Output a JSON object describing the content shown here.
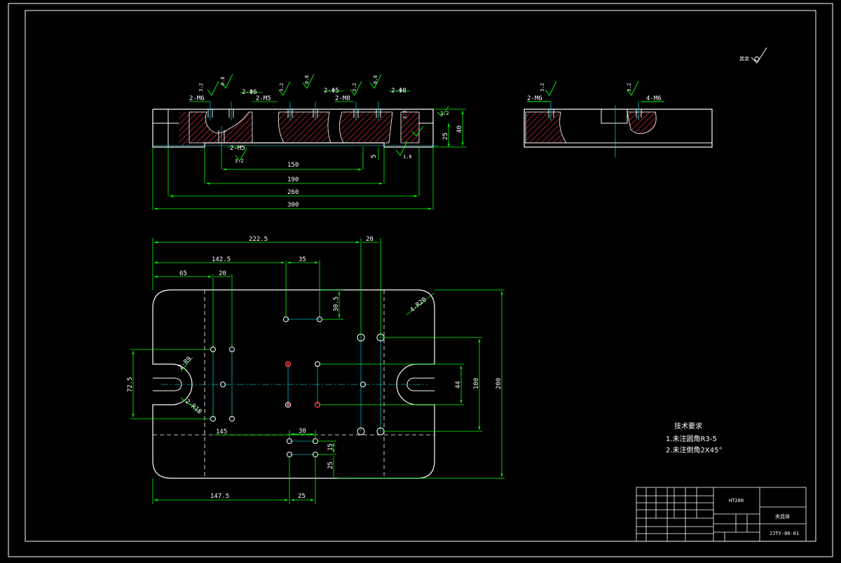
{
  "colors": {
    "background": "#000000",
    "outline": "#ffffff",
    "dimension": "#00ff00",
    "centerline": "#00ffff",
    "hatch": "#ff3b3b",
    "hole_red": "#ff4040"
  },
  "roughness_note": "其余",
  "section_labels": {
    "m6_left": "2-M6",
    "phi6": "2-Φ6",
    "m5_top": "2-M5",
    "phi5": "2-Φ5",
    "m8": "2-M8",
    "phi8": "2-Φ8",
    "m5_bottom": "2-M5",
    "m6_side": "2-M6",
    "m6_four": "4-M6"
  },
  "roughness_values": [
    "3.2",
    "0.8",
    "3.2",
    "0.8",
    "3.2",
    "0.8",
    "3.2",
    "1.6",
    "3.2",
    "3.2"
  ],
  "section_dims": {
    "d150": "150",
    "d190": "190",
    "d260": "260",
    "d300": "300",
    "d25": "25",
    "d40": "40",
    "d5": "5"
  },
  "plan_dims": {
    "d222_5": "222.5",
    "d20_top": "20",
    "d142_5": "142.5",
    "d35": "35",
    "d65": "65",
    "d20_left": "20",
    "d30_5": "30.5",
    "d4r20": "4-R20",
    "d72_5": "72.5",
    "r9": "2-R9",
    "r18": "2-R18",
    "d44": "44",
    "d100": "100",
    "d200": "200",
    "d145": "145",
    "d30": "30",
    "d15": "15",
    "d25_side": "25",
    "d147_5": "147.5",
    "d25_bottom": "25"
  },
  "tech_requirements": {
    "title": "技术要求",
    "item1": "1.未注圆角R3-5",
    "item2": "2.未注倒角2X45°"
  },
  "title_block": {
    "material": "HT200",
    "part_name": "夹具体",
    "drawing_no": "JJTY-00-01"
  }
}
